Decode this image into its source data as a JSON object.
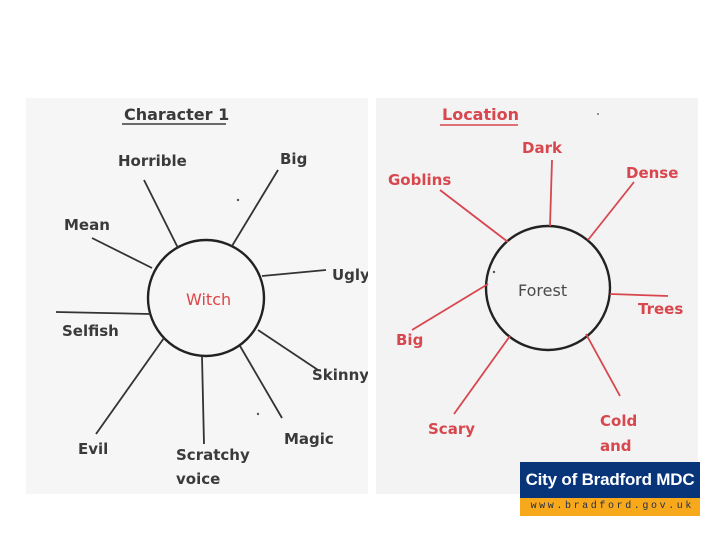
{
  "colors": {
    "ink": "#3a3a3a",
    "red": "#d8464e",
    "brand_blue": "#08357a",
    "brand_orange": "#f7a81b"
  },
  "character_map": {
    "title": "Character 1",
    "centre": "Witch",
    "words": {
      "horrible": "Horrible",
      "big": "Big",
      "mean": "Mean",
      "ugly": "Ugly",
      "selfish": "Selfish",
      "skinny": "Skinny",
      "evil": "Evil",
      "scratchy": "Scratchy",
      "voice": "voice",
      "magic": "Magic"
    }
  },
  "location_map": {
    "title": "Location",
    "centre": "Forest",
    "words": {
      "dark": "Dark",
      "dense": "Dense",
      "goblins": "Goblins",
      "trees": "Trees",
      "big": "Big",
      "scary": "Scary",
      "cold": "Cold",
      "and": "and"
    }
  },
  "logo": {
    "name": "City of Bradford MDC",
    "url": "www.bradford.gov.uk"
  }
}
